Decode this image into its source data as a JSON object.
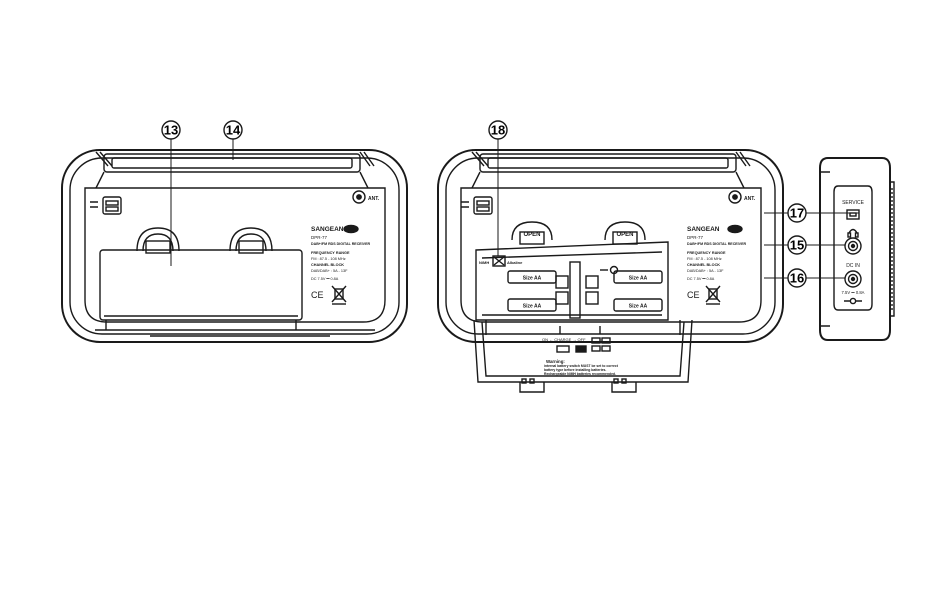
{
  "callouts": {
    "c13": "13",
    "c14": "14",
    "c18": "18",
    "c17": "17",
    "c15": "15",
    "c16": "16"
  },
  "left_radio": {
    "antenna_label": "ANT.",
    "brand": "SANGEAN",
    "model": "DPR-77",
    "description": "DAB+/FM RDS DIGITAL RECEIVER",
    "freq_title": "FREQUENCY RANGE",
    "freq_value": "FM : 87.5 - 108 MHz",
    "channel_title": "CHANNEL BLOCK",
    "channel_value": "DAB/DAB+ : 5A - 13F",
    "dc_value": "DC 7.5V ⎓ 0.8A",
    "ce_mark": "CE"
  },
  "right_radio": {
    "antenna_label": "ANT.",
    "brand": "SANGEAN",
    "model": "DPR-77",
    "description": "DAB+/FM RDS DIGITAL RECEIVER",
    "freq_title": "FREQUENCY RANGE",
    "freq_value": "FM : 87.5 - 108 MHz",
    "channel_title": "CHANNEL BLOCK",
    "channel_value": "DAB/DAB+ : 5A - 13F",
    "dc_value": "DC 7.5V ⎓ 0.8A",
    "ce_mark": "CE",
    "open_left": "OPEN",
    "open_right": "OPEN",
    "nimh_label": "NiMH",
    "alkaline_label": "Alkaline",
    "battery1": "Size AA",
    "battery2": "Size AA",
    "battery3": "Size AA",
    "battery4": "Size AA",
    "charge_label": "ON ← CHARGE → OFF",
    "warning_title": "Warning:",
    "warning_text": "internal battery switch MUST be set to correct battery type before installing batteries. Rechargeable NiMH batteries recommended."
  },
  "side_panel": {
    "service_label": "SERVICE",
    "dcin_label": "DC IN",
    "dcin_value": "7.5V ⎓ 0.8A"
  }
}
